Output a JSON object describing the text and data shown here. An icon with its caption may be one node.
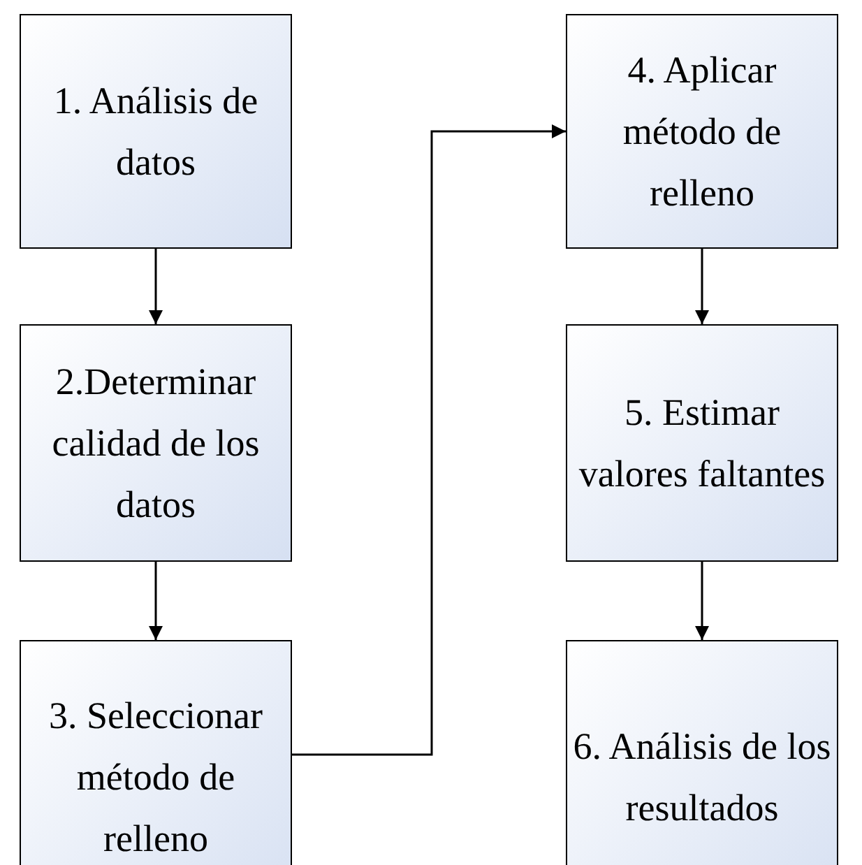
{
  "diagram": {
    "nodes": [
      {
        "text": [
          "1. Análisis de datos"
        ]
      },
      {
        "text": [
          "2.Determinar calidad de los datos"
        ]
      },
      {
        "text": [
          "3. Seleccionar método de relleno"
        ]
      },
      {
        "text": [
          "4. Aplicar método de relleno"
        ]
      },
      {
        "text": [
          "5. Estimar valores faltantes"
        ]
      },
      {
        "text": [
          "6. Análisis de los resultados"
        ]
      }
    ],
    "edges": [
      {
        "from": 0,
        "to": 1,
        "arrow": "to"
      },
      {
        "from": 1,
        "to": 2,
        "arrow": "to"
      },
      {
        "from": 2,
        "to": 3,
        "arrow": "to"
      },
      {
        "from": 3,
        "to": 4,
        "arrow": "to"
      },
      {
        "from": 4,
        "to": 5,
        "arrow": "to"
      }
    ]
  }
}
